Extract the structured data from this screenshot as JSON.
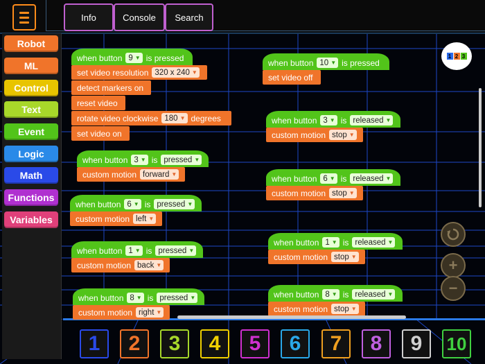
{
  "header": {
    "tabs": [
      {
        "label": "Info"
      },
      {
        "label": "Console"
      },
      {
        "label": "Search"
      }
    ]
  },
  "sidebar": {
    "categories": [
      {
        "label": "Robot",
        "color": "#f0742a"
      },
      {
        "label": "ML",
        "color": "#f0742a"
      },
      {
        "label": "Control",
        "color": "#e8c400"
      },
      {
        "label": "Text",
        "color": "#a8d82a"
      },
      {
        "label": "Event",
        "color": "#52c41a"
      },
      {
        "label": "Logic",
        "color": "#2a8ae8"
      },
      {
        "label": "Math",
        "color": "#2a4ae8"
      },
      {
        "label": "Functions",
        "color": "#b030d0"
      },
      {
        "label": "Variables",
        "color": "#e0407a"
      }
    ]
  },
  "blocks": {
    "s1": {
      "hat_pre": "when button",
      "hat_val": "9",
      "hat_post": "is pressed",
      "a1_pre": "set video resolution",
      "a1_val": "320 x 240",
      "a2": "detect markers on",
      "a3": "reset video",
      "a4_pre": "rotate video clockwise",
      "a4_val": "180",
      "a4_post": "degrees",
      "a5": "set video on"
    },
    "s2": {
      "hat_pre": "when button",
      "hat_val": "3",
      "hat_mid": "is",
      "hat_sel": "pressed",
      "act_pre": "custom motion",
      "act_val": "forward"
    },
    "s3": {
      "hat_pre": "when button",
      "hat_val": "6",
      "hat_mid": "is",
      "hat_sel": "pressed",
      "act_pre": "custom motion",
      "act_val": "left"
    },
    "s4": {
      "hat_pre": "when button",
      "hat_val": "1",
      "hat_mid": "is",
      "hat_sel": "pressed",
      "act_pre": "custom motion",
      "act_val": "back"
    },
    "s5": {
      "hat_pre": "when button",
      "hat_val": "8",
      "hat_mid": "is",
      "hat_sel": "pressed",
      "act_pre": "custom motion",
      "act_val": "right"
    },
    "s6": {
      "hat_pre": "when button",
      "hat_val": "10",
      "hat_post": "is pressed",
      "act": "set video off"
    },
    "s7": {
      "hat_pre": "when button",
      "hat_val": "3",
      "hat_mid": "is",
      "hat_sel": "released",
      "act_pre": "custom motion",
      "act_val": "stop"
    },
    "s8": {
      "hat_pre": "when button",
      "hat_val": "6",
      "hat_mid": "is",
      "hat_sel": "released",
      "act_pre": "custom motion",
      "act_val": "stop"
    },
    "s9": {
      "hat_pre": "when button",
      "hat_val": "1",
      "hat_mid": "is",
      "hat_sel": "released",
      "act_pre": "custom motion",
      "act_val": "stop"
    },
    "s10": {
      "hat_pre": "when button",
      "hat_val": "8",
      "hat_mid": "is",
      "hat_sel": "released",
      "act_pre": "custom motion",
      "act_val": "stop"
    }
  },
  "logo": {
    "digits": [
      "1",
      "2",
      "3"
    ]
  },
  "controls": {
    "reset_icon": "refresh-icon",
    "zoom_in": "+",
    "zoom_out": "−"
  },
  "number_buttons": [
    {
      "label": "1",
      "color": "#2a4ae8"
    },
    {
      "label": "2",
      "color": "#f0742a"
    },
    {
      "label": "3",
      "color": "#a8d82a"
    },
    {
      "label": "4",
      "color": "#f0d000"
    },
    {
      "label": "5",
      "color": "#d030d0"
    },
    {
      "label": "6",
      "color": "#2aa8e8"
    },
    {
      "label": "7",
      "color": "#f0a020"
    },
    {
      "label": "8",
      "color": "#c060e0"
    },
    {
      "label": "9",
      "color": "#d0d0d0"
    },
    {
      "label": "10",
      "color": "#40d040"
    }
  ]
}
